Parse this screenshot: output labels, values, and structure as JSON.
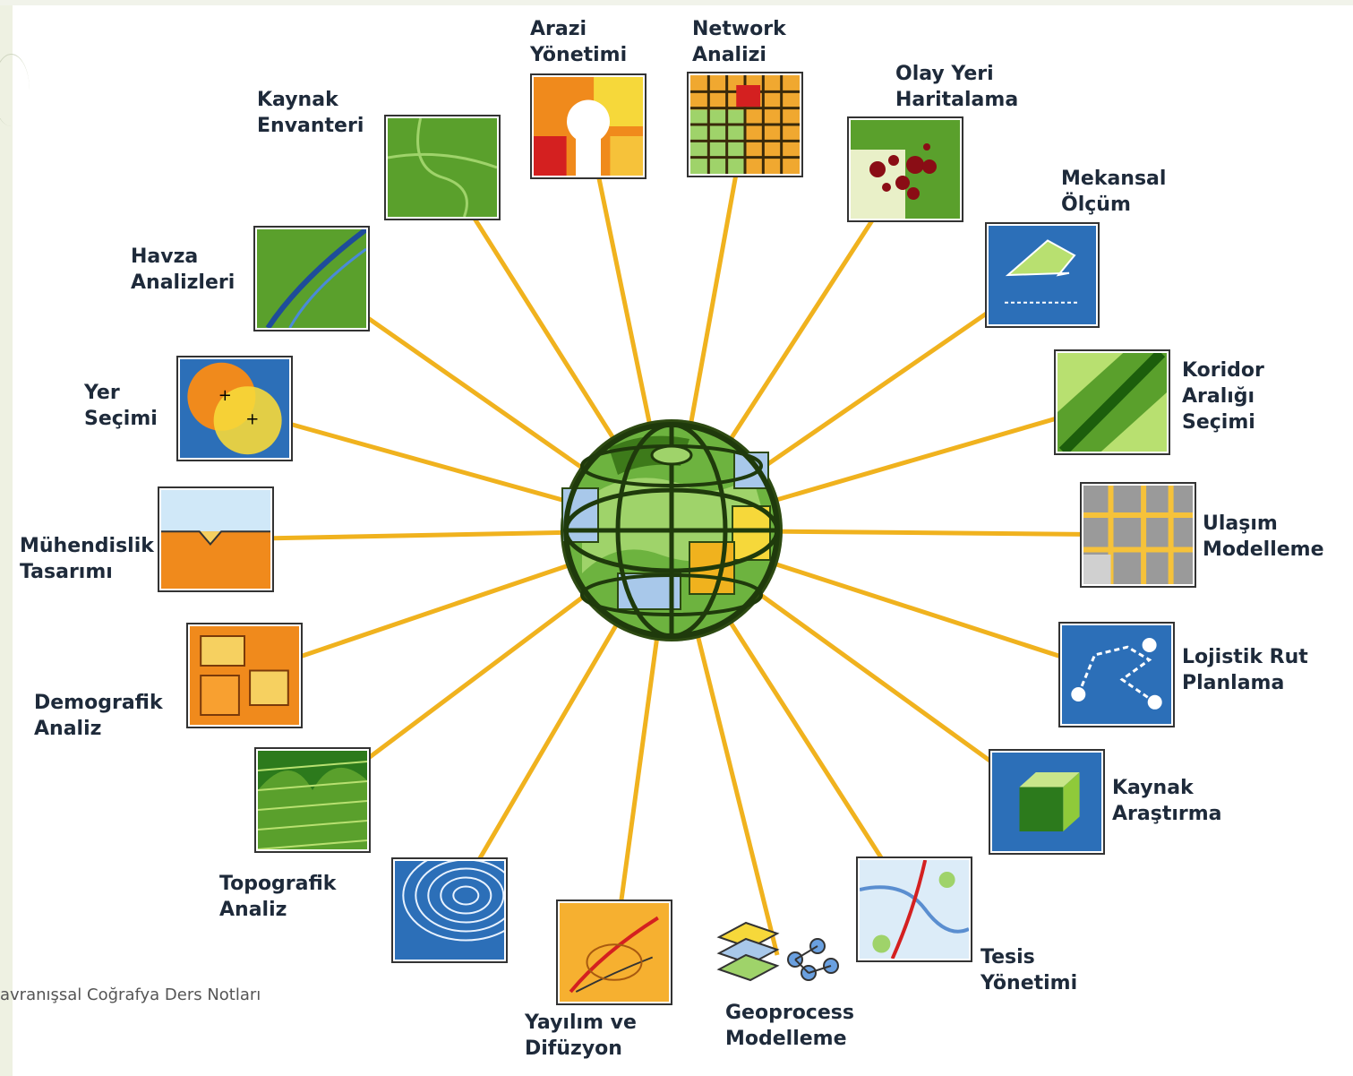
{
  "center": {
    "icon": "globe-icon"
  },
  "footer": {
    "text": "avranışsal Coğrafya Ders Notları"
  },
  "nodes": [
    {
      "id": "arazi",
      "label": "Arazi\nYönetimi",
      "icon": "land-management-icon"
    },
    {
      "id": "network",
      "label": "Network\nAnalizi",
      "icon": "network-map-icon"
    },
    {
      "id": "olay",
      "label": "Olay Yeri\nHaritalama",
      "icon": "incident-map-icon"
    },
    {
      "id": "mekansal",
      "label": "Mekansal\nÖlçüm",
      "icon": "spatial-measure-icon"
    },
    {
      "id": "koridor",
      "label": "Koridor\nAralığı\nSeçimi",
      "icon": "corridor-icon"
    },
    {
      "id": "ulasim",
      "label": "Ulaşım\nModelleme",
      "icon": "transport-icon"
    },
    {
      "id": "lojistik",
      "label": "Lojistik Rut\nPlanlama",
      "icon": "route-icon"
    },
    {
      "id": "kaynak-arastirma",
      "label": "Kaynak\nAraştırma",
      "icon": "cube-icon"
    },
    {
      "id": "tesis",
      "label": "Tesis\nYönetimi",
      "icon": "facility-icon"
    },
    {
      "id": "geoprocess",
      "label": "Geoprocess\nModelleme",
      "icon": "geoprocess-icon"
    },
    {
      "id": "yayilim",
      "label": "Yayılım ve\nDifüzyon",
      "icon": "diffusion-icon"
    },
    {
      "id": "topo-contour",
      "label": "",
      "icon": "contour-icon"
    },
    {
      "id": "topografik",
      "label": "Topografik\nAnaliz",
      "icon": "terrain-icon"
    },
    {
      "id": "demografik",
      "label": "Demografik\nAnaliz",
      "icon": "parcel-icon"
    },
    {
      "id": "muhendislik",
      "label": "Mühendislik\nTasarımı",
      "icon": "engineering-icon"
    },
    {
      "id": "yer",
      "label": "Yer\nSeçimi",
      "icon": "site-selection-icon"
    },
    {
      "id": "havza",
      "label": "Havza\nAnalizleri",
      "icon": "watershed-icon"
    },
    {
      "id": "kaynak-envanter",
      "label": "Kaynak\nEnvanteri",
      "icon": "inventory-icon"
    }
  ],
  "colors": {
    "spoke": "#f0b21e",
    "green": "#5aa02c",
    "orange": "#f08a1c",
    "blue": "#2c6fb8",
    "yellow": "#f6d83a",
    "red": "#d42020"
  }
}
